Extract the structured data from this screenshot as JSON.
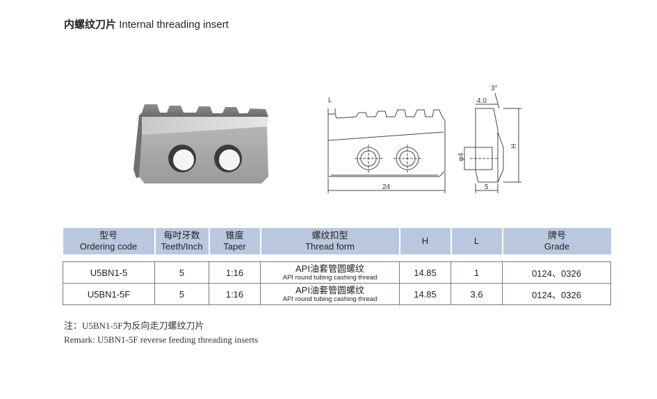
{
  "header": {
    "title_cn": "内螺纹刀片",
    "title_en": "Internal threading insert"
  },
  "drawing": {
    "dim_angle": "3°",
    "dim_4_0": "4.0",
    "dim_L": "L",
    "dim_H": "H",
    "dim_phi4": "φ4",
    "dim_24": "24",
    "dim_5": "5"
  },
  "table": {
    "headers": [
      {
        "cn": "型号",
        "en": "Ordering code"
      },
      {
        "cn": "每吋牙数",
        "en": "Teeth/Inch"
      },
      {
        "cn": "锥度",
        "en": "Taper"
      },
      {
        "cn": "螺纹扣型",
        "en": "Thread form"
      },
      {
        "cn": "",
        "en": "H"
      },
      {
        "cn": "",
        "en": "L"
      },
      {
        "cn": "牌号",
        "en": "Grade"
      }
    ],
    "rows": [
      {
        "code": "U5BN1-5",
        "teeth": "5",
        "taper": "1:16",
        "thread_cn": "API油套管圆螺纹",
        "thread_en": "API round tubing cashing thread",
        "H": "14.85",
        "L": "1",
        "grade": "0124、0326"
      },
      {
        "code": "U5BN1-5F",
        "teeth": "5",
        "taper": "1:16",
        "thread_cn": "API油套管圆螺纹",
        "thread_en": "API round tubing cashing thread",
        "H": "14.85",
        "L": "3.6",
        "grade": "0124、0326"
      }
    ]
  },
  "notes": {
    "cn": "注：U5BN1-5F为反向走刀螺纹刀片",
    "en": "Remark:  U5BN1-5F reverse feeding threading inserts"
  }
}
